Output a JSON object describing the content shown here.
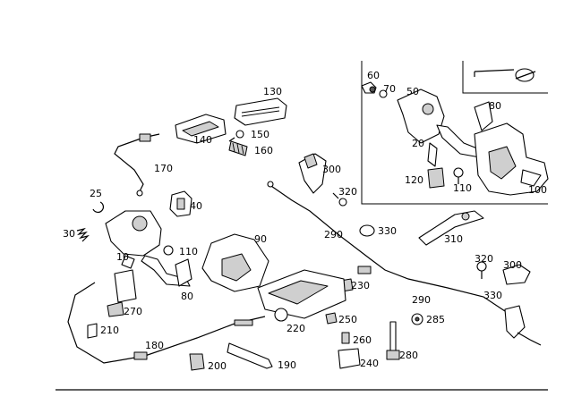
{
  "labels": {
    "l130": "130",
    "l140": "140",
    "l150": "150",
    "l160": "160",
    "l170": "170",
    "l25": "25",
    "l40": "40",
    "l30": "30",
    "l110a": "110",
    "l10": "10",
    "l80a": "80",
    "l90": "90",
    "l270": "270",
    "l210": "210",
    "l180": "180",
    "l200": "200",
    "l190": "190",
    "l300a": "300",
    "l320a": "320",
    "l290a": "290",
    "l330a": "330",
    "l310": "310",
    "l230": "230",
    "l220": "220",
    "l250": "250",
    "l260": "260",
    "l240": "240",
    "l280": "280",
    "l285": "285",
    "l290b": "290",
    "l320b": "320",
    "l300b": "300",
    "l330b": "330",
    "l60": "60",
    "l70": "70",
    "l50": "50",
    "l80b": "80",
    "l20": "20",
    "l120": "120",
    "l110b": "110",
    "l100": "100"
  },
  "colors": {
    "line": "#000000",
    "background": "#ffffff",
    "shade": "#cfcfcf"
  }
}
